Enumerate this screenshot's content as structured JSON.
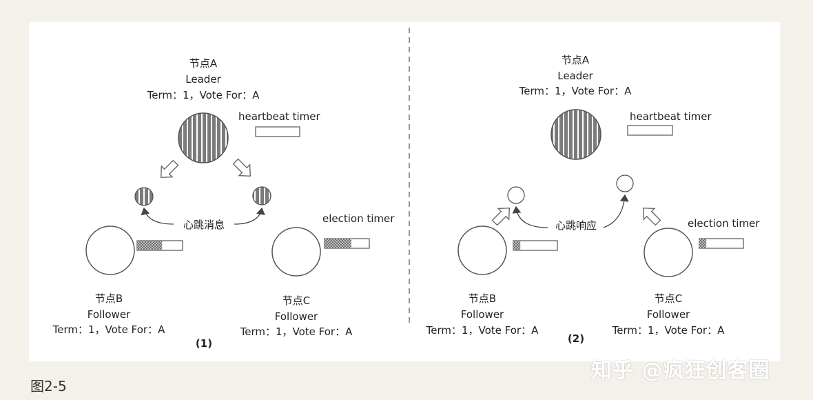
{
  "left": {
    "node_a": {
      "name": "节点A",
      "role": "Leader",
      "state": "Term：1，Vote For：A"
    },
    "node_b": {
      "name": "节点B",
      "role": "Follower",
      "state": "Term：1，Vote For：A"
    },
    "node_c": {
      "name": "节点C",
      "role": "Follower",
      "state": "Term：1，Vote For：A"
    },
    "heartbeat_timer": "heartbeat timer",
    "election_timer": "election timer",
    "message": "心跳消息",
    "panel_label": "(1)",
    "timer_b_fill": 0.55,
    "timer_c_fill": 0.6
  },
  "right": {
    "node_a": {
      "name": "节点A",
      "role": "Leader",
      "state": "Term：1，Vote For：A"
    },
    "node_b": {
      "name": "节点B",
      "role": "Follower",
      "state": "Term：1，Vote For：A"
    },
    "node_c": {
      "name": "节点C",
      "role": "Follower",
      "state": "Term：1，Vote For：A"
    },
    "heartbeat_timer": "heartbeat timer",
    "election_timer": "election timer",
    "message": "心跳响应",
    "panel_label": "(2)",
    "timer_b_fill": 0.16,
    "timer_c_fill": 0.16
  },
  "caption": "图2-5",
  "watermark": "知乎 @疯狂创客圈",
  "colors": {
    "background": "#f4f1ea",
    "panel": "#ffffff",
    "leader_fill": "#7b7b7b",
    "node_outline": "#555555",
    "timer_fill": "#9a9a9a"
  }
}
